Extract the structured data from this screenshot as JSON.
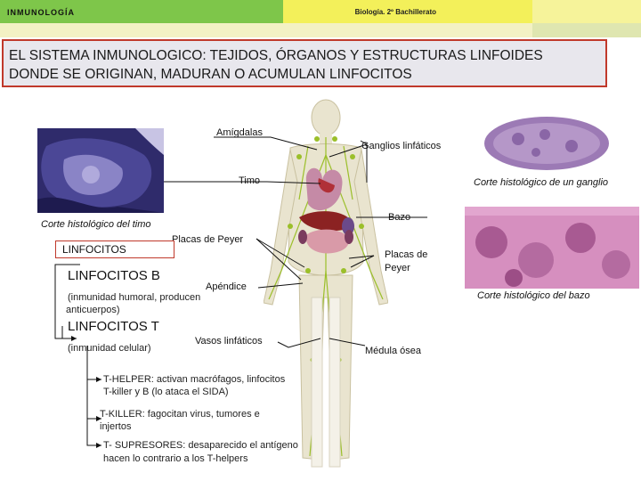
{
  "header": {
    "section": "INMUNOLOGÍA",
    "course": "Biología. 2º Bachillerato"
  },
  "title": {
    "line1": "EL SISTEMA INMUNOLOGICO: TEJIDOS, ÓRGANOS Y ESTRUCTURAS LINFOIDES",
    "line2": "DONDE SE ORIGINAN, MADURAN O ACUMULAN LINFOCITOS"
  },
  "labels": {
    "amigdalas": "Amígdalas",
    "ganglios": "Ganglios linfáticos",
    "timo": "Timo",
    "corte_ganglio": "Corte histológico de un ganglio",
    "bazo": "Bazo",
    "corte_timo": "Corte histológico del timo",
    "placas_peyer_left": "Placas de Peyer",
    "placas_peyer_right_1": "Placas de",
    "placas_peyer_right_2": "Peyer",
    "apendice": "Apéndice",
    "corte_bazo": "Corte histológico del bazo",
    "vasos": "Vasos linfáticos",
    "medula": "Médula ósea"
  },
  "lymphocytes": {
    "heading": "LINFOCITOS",
    "b_title": "LINFOCITOS B",
    "b_desc_1": "(inmunidad humoral, producen",
    "b_desc_2": "anticuerpos)",
    "t_title": "LINFOCITOS T",
    "t_desc": "(inmunidad celular)",
    "t_helper_1": "T-HELPER: activan macrófagos, linfocitos",
    "t_helper_2": "T-killer y B (lo ataca el SIDA)",
    "t_killer_1": "T-KILLER: fagocitan virus, tumores e",
    "t_killer_2": "injertos",
    "t_supresor_1": "T- SUPRESORES: desaparecido el antígeno",
    "t_supresor_2": "hacen lo contrario a los T-helpers"
  },
  "colors": {
    "header_green": "#7ec64a",
    "header_yellow": "#f3f05a",
    "title_border": "#c0392b",
    "lymph_green": "#9bbf2a"
  }
}
